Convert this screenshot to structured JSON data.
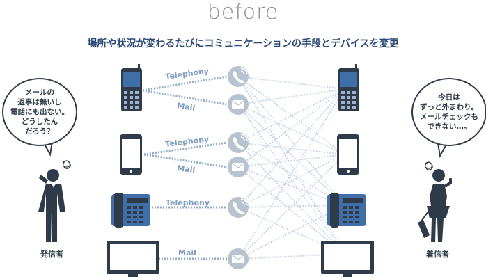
{
  "title": "before",
  "subtitle": "場所や状況が変わるたびにコミュニケーションの手段とデバイスを変更",
  "sender": {
    "bubble_text": "メールの\n返事は無いし\n電話にも出ない。\nどうしたん\nだろう？",
    "label": "発信者"
  },
  "receiver": {
    "bubble_text": "今日は\nずっと外まわり。\nメールチェックも\nできない…。",
    "label": "着信者"
  },
  "connections": [
    {
      "label": "Telephony"
    },
    {
      "label": "Mail"
    },
    {
      "label": "Telephony"
    },
    {
      "label": "Mail"
    },
    {
      "label": "Telephony"
    },
    {
      "label": "Mail"
    }
  ],
  "colors": {
    "dark": "#2f3b48",
    "blue": "#3f6fa6",
    "line": "#9db3cf",
    "hub": "#b9c3cf"
  },
  "icons": [
    "feature-phone-icon",
    "smartphone-icon",
    "desk-phone-icon",
    "monitor-icon",
    "telephone-handset-icon",
    "envelope-icon",
    "person-icon",
    "tangle-icon"
  ]
}
